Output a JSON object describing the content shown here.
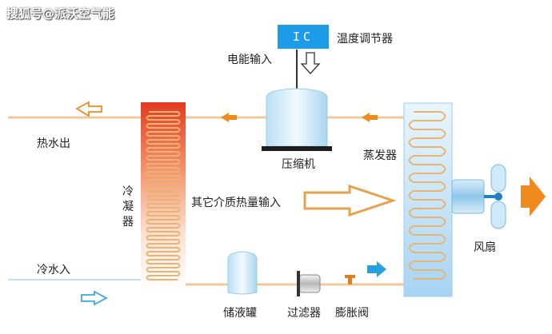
{
  "watermark": "搜狐号@派沃空气能",
  "labels": {
    "ic": "IC",
    "thermostat": "温度调节器",
    "power_input": "电能输入",
    "hot_water_out": "热水出",
    "cold_water_in": "冷水入",
    "compressor": "压缩机",
    "evaporator": "蒸发器",
    "condenser": "冷凝器",
    "heat_input": "其它介质热量输入",
    "fan": "风扇",
    "receiver": "储液罐",
    "filter": "过滤器",
    "expansion_valve": "膨胀阀"
  },
  "colors": {
    "pipe": "#f0c89a",
    "arrow_orange": "#f08a1e",
    "condenser_red": "#e33b22",
    "coil": "#e8b473",
    "evaporator_blue": "#c4e2f7",
    "ic_blue": "#1b9be8",
    "flow_blue": "#2a9fdf"
  }
}
